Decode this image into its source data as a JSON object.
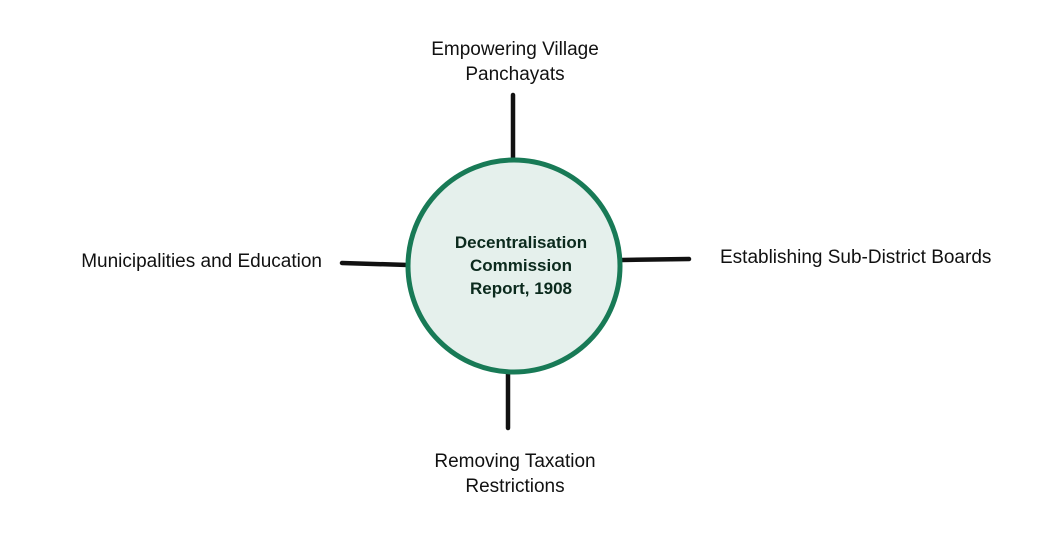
{
  "center": {
    "title": "Decentralisation\nCommission\nReport, 1908"
  },
  "branches": {
    "top": "Empowering Village\nPanchayats",
    "right": "Establishing Sub-District Boards",
    "bottom": "Removing Taxation\nRestrictions",
    "left": "Municipalities and Education"
  },
  "colors": {
    "circle_stroke": "#187a56",
    "circle_fill": "#e5f0ec",
    "connector": "#111111"
  }
}
